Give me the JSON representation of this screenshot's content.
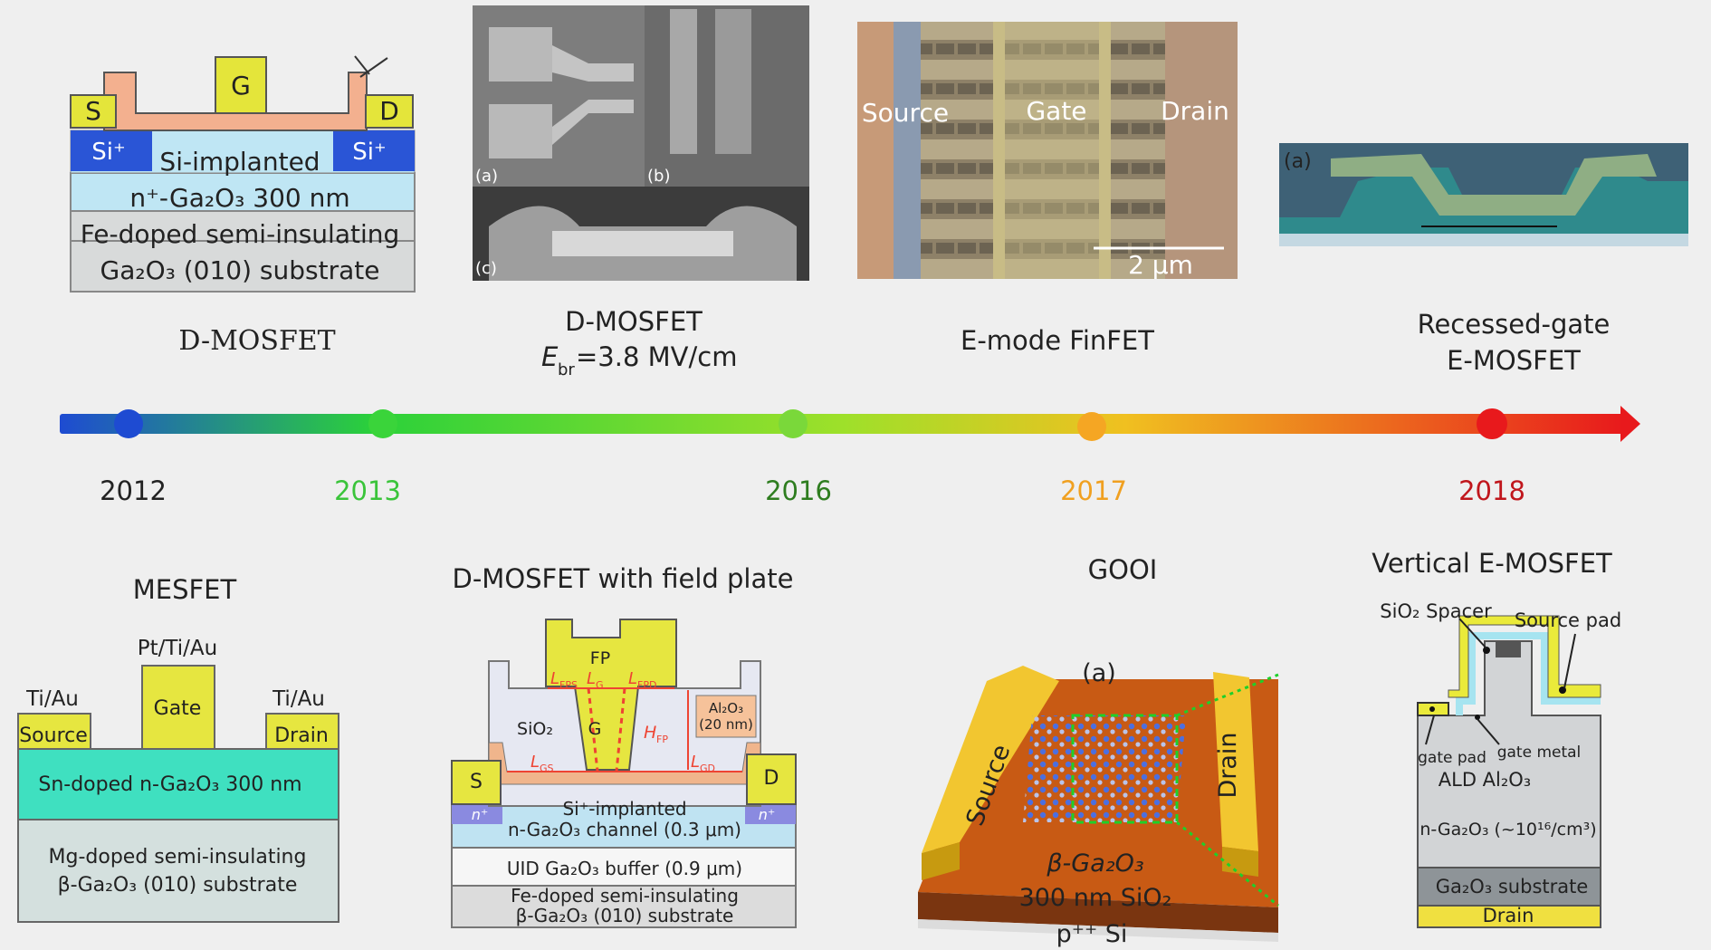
{
  "timeline": {
    "colors": {
      "start": "#1e4bd2",
      "mid1": "#2bd13a",
      "mid2": "#c8e02a",
      "mid3": "#f5a623",
      "end": "#e8191c"
    },
    "years": [
      {
        "label": "2012",
        "color": "#222222"
      },
      {
        "label": "2013",
        "color": "#3ac43a"
      },
      {
        "label": "2016",
        "color": "#2e7d1f"
      },
      {
        "label": "2017",
        "color": "#f0a020"
      },
      {
        "label": "2018",
        "color": "#c0161c"
      }
    ]
  },
  "top": {
    "dmosfet_2012": {
      "title": "D-MOSFET",
      "s": "S",
      "g": "G",
      "d": "D",
      "si_left": "Si⁺",
      "si_right": "Si⁺",
      "implant": "Si-implanted",
      "channel": "n⁺-Ga₂O₃ 300 nm",
      "substrate_1": "Fe-doped semi-insulating",
      "substrate_2": "Ga₂O₃ (010) substrate"
    },
    "dmosfet_2013": {
      "title": "D-MOSFET",
      "ebr": "E",
      "ebr_sub": "br",
      "ebr_value": "=3.8 MV/cm",
      "panel_a": "(a)",
      "panel_b": "(b)",
      "panel_c": "(c)"
    },
    "finfet_2016": {
      "title": "E-mode FinFET",
      "source": "Source",
      "gate": "Gate",
      "drain": "Drain",
      "scale": "2 μm"
    },
    "recessed_2018": {
      "title_1": "Recessed-gate",
      "title_2": "E-MOSFET",
      "panel_a": "(a)"
    }
  },
  "bottom": {
    "mesfet": {
      "title": "MESFET",
      "gate_metal": "Pt/Ti/Au",
      "src_metal": "Ti/Au",
      "drn_metal": "Ti/Au",
      "source": "Source",
      "gate": "Gate",
      "drain": "Drain",
      "channel": "Sn-doped n-Ga₂O₃ 300 nm",
      "substrate_1": "Mg-doped semi-insulating",
      "substrate_2": "β-Ga₂O₃ (010) substrate"
    },
    "dmosfet_fp": {
      "title": "D-MOSFET with field plate",
      "fp": "FP",
      "lfps": "L",
      "lfps_sub": "FPS",
      "lg": "L",
      "lg_sub": "G",
      "lfpd": "L",
      "lfpd_sub": "FPD",
      "sio2": "SiO₂",
      "g": "G",
      "hfp": "H",
      "hfp_sub": "FP",
      "al2o3_1": "Al₂O₃",
      "al2o3_2": "(20 nm)",
      "lgs": "L",
      "lgs_sub": "GS",
      "lgd": "L",
      "lgd_sub": "GD",
      "s": "S",
      "d": "D",
      "nplus_l": "n⁺",
      "nplus_r": "n⁺",
      "implant_1": "Si⁺-implanted",
      "implant_2": "n-Ga₂O₃ channel (0.3 μm)",
      "buffer": "UID Ga₂O₃ buffer (0.9 μm)",
      "substrate_1": "Fe-doped semi-insulating",
      "substrate_2": "β-Ga₂O₃ (010) substrate"
    },
    "gooi": {
      "title": "GOOI",
      "panel": "(a)",
      "source": "Source",
      "drain": "Drain",
      "layer_1": "β-Ga₂O₃",
      "layer_2": "300 nm SiO₂",
      "layer_3": "p⁺⁺ Si"
    },
    "vertical": {
      "title": "Vertical E-MOSFET",
      "spacer": "SiO₂ Spacer",
      "source_pad": "Source pad",
      "gate_pad": "gate pad",
      "gate_metal": "gate metal",
      "ald": "ALD Al₂O₃",
      "ngao": "n-Ga₂O₃ (~10¹⁶/cm³)",
      "substrate": "Ga₂O₃ substrate",
      "drain": "Drain"
    }
  }
}
